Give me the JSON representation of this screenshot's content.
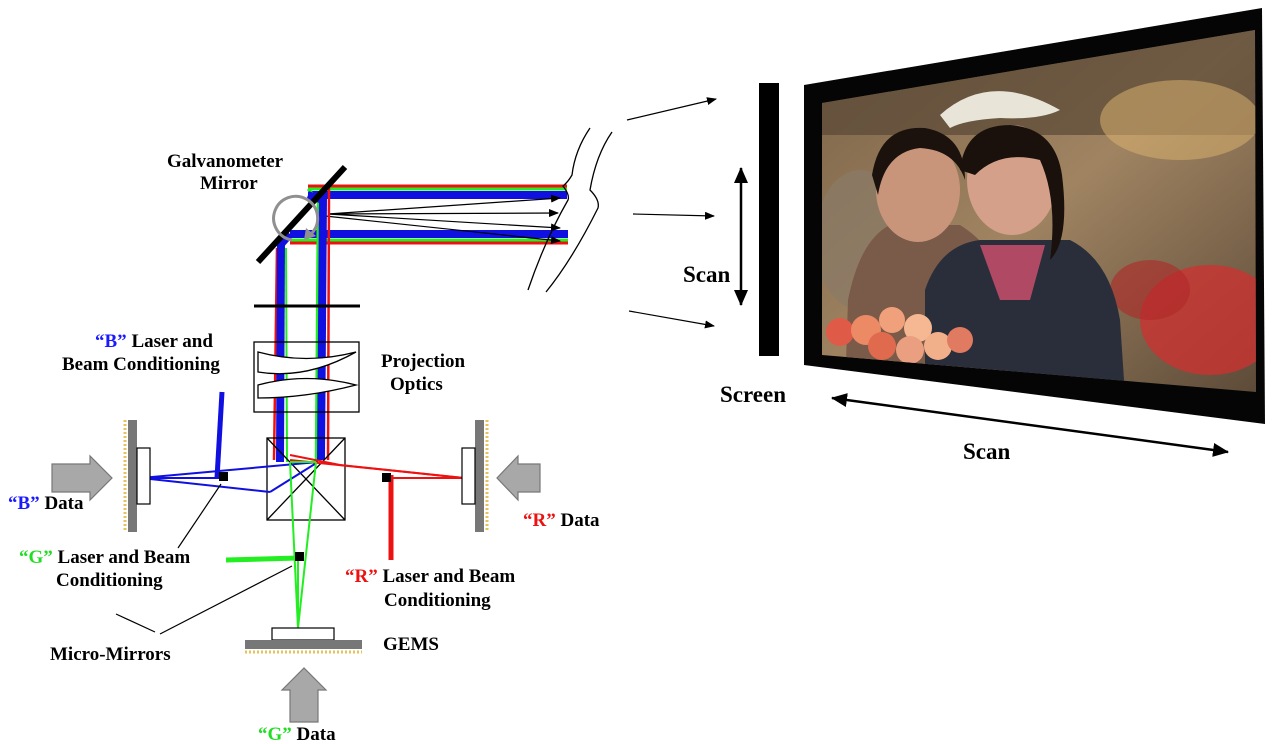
{
  "labels": {
    "galvanometer_line1": "Galvanometer",
    "galvanometer_line2": "Mirror",
    "b_laser_quote_open": "“B”",
    "b_laser_rest_line1": " Laser and",
    "b_laser_line2": "Beam Conditioning",
    "projection_line1": "Projection",
    "projection_line2": "Optics",
    "b_data_quote": "“B”",
    "b_data_rest": " Data",
    "r_data_quote": "“R”",
    "r_data_rest": " Data",
    "g_laser_quote": "“G”",
    "g_laser_rest_line1": " Laser and Beam",
    "g_laser_line2": "Conditioning",
    "r_laser_quote": "“R”",
    "r_laser_rest_line1": " Laser and Beam",
    "r_laser_line2": "Conditioning",
    "micro_mirrors": "Micro-Mirrors",
    "gems": "GEMS",
    "g_data_quote": "“G”",
    "g_data_rest": " Data",
    "scan_vertical": "Scan",
    "screen": "Screen",
    "scan_horizontal": "Scan"
  },
  "colors": {
    "blue_beam": "#1010e0",
    "green_beam": "#22ee22",
    "red_beam": "#ee1111",
    "b_text": "#1a1aff",
    "g_text": "#22dd22",
    "r_text": "#ee1111",
    "data_arrow": "#a8a8a8",
    "ribbon": "#e6c35a"
  },
  "icons": {
    "rotation": "rotation-arrow-icon",
    "data_arrow": "data-arrow-icon"
  }
}
